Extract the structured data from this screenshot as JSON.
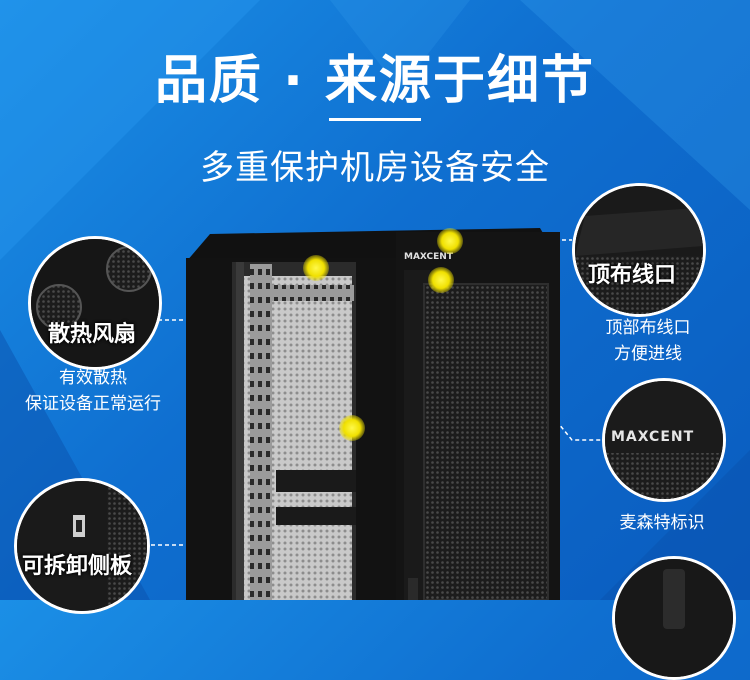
{
  "headline": {
    "title": "品质 · 来源于细节",
    "subtitle": "多重保护机房设备安全"
  },
  "colors": {
    "background": "#0f6fd0",
    "highlight_dot": "#f0e000",
    "text": "#ffffff",
    "cabinet": "#151515"
  },
  "brand": {
    "cabinet_logo": "MAXCENT",
    "callout_logo": "MAXCENT"
  },
  "callouts": {
    "fan": {
      "label": "散热风扇",
      "desc_line1": "有效散热",
      "desc_line2": "保证设备正常运行"
    },
    "cable_top": {
      "label": "顶布线口",
      "desc_line1": "顶部布线口",
      "desc_line2": "方便进线"
    },
    "logo": {
      "label": "麦森特标识"
    },
    "side_panel": {
      "label": "可拆卸侧板"
    }
  }
}
